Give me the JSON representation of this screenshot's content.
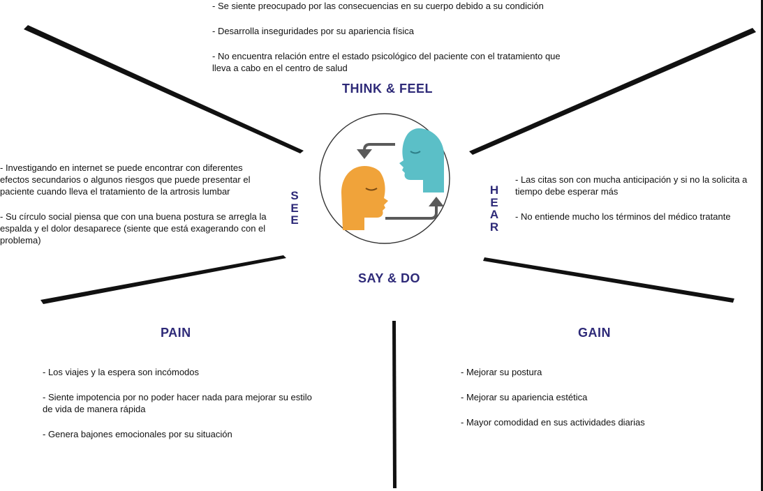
{
  "sections": {
    "think_feel": {
      "title": "THINK & FEEL",
      "items": [
        "- Se siente preocupado por las consecuencias en su cuerpo debido a su condición",
        "- Desarrolla inseguridades por su apariencia física",
        "- No encuentra relación entre el estado psicológico del paciente con el tratamiento que lleva a cabo en el centro de salud"
      ]
    },
    "see": {
      "title": "SEE",
      "letters": [
        "S",
        "E",
        "E"
      ],
      "items": [
        "- Investigando en internet se puede encontrar con diferentes efectos secundarios o algunos riesgos que puede presentar el paciente cuando lleva el tratamiento de la artrosis lumbar",
        "- Su círculo social piensa que con una buena postura se arregla la espalda y el dolor desaparece (siente que está exagerando con el problema)"
      ]
    },
    "hear": {
      "title": "HEAR",
      "letters": [
        "H",
        "E",
        "A",
        "R"
      ],
      "items": [
        "- Las citas son con mucha anticipación y si no la solicita a tiempo debe esperar más",
        "- No entiende mucho los términos del médico tratante"
      ]
    },
    "say_do": {
      "title": "SAY & DO"
    },
    "pain": {
      "title": "PAIN",
      "items": [
        "- Los viajes y la espera son incómodos",
        "- Siente impotencia por no poder hacer nada para mejorar su estilo de vida de manera rápida",
        "- Genera bajones emocionales por su situación"
      ]
    },
    "gain": {
      "title": "GAIN",
      "items": [
        "- Mejorar su postura",
        "- Mejorar su apariencia estética",
        "- Mayor comodidad en sus actividades diarias"
      ]
    }
  },
  "colors": {
    "heading": "#2e2a78",
    "head_orange": "#f0a33a",
    "head_teal": "#5bbfc7",
    "arrows": "#5a5a5a",
    "strokes": "#111111"
  },
  "icons": [
    "brush-stroke",
    "empathy-heads-icon",
    "exchange-arrows-icon"
  ]
}
